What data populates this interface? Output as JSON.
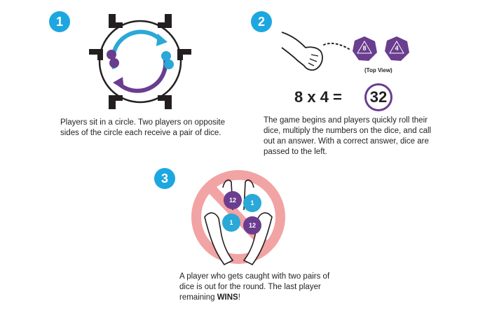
{
  "steps": [
    {
      "number": "1",
      "text": "Players sit in a circle. Two players on opposite sides of the circle each receive a pair of dice."
    },
    {
      "number": "2",
      "text": "The game begins and players quickly roll their dice, multiply the numbers on the dice, and call out an answer. With a correct answer, dice are passed to the left."
    },
    {
      "number": "3",
      "text_before": "A player who gets caught with two pairs of dice is out for the round. The last player remaining ",
      "text_bold": "WINS",
      "text_after": "!"
    }
  ],
  "equation": {
    "left": "8 x 4 =",
    "answer": "32"
  },
  "dice_top_view": {
    "label": "(Top View)",
    "die1": "8",
    "die2": "4"
  },
  "hand_dice": [
    "12",
    "1",
    "1",
    "12"
  ],
  "colors": {
    "badge": "#1da7e0",
    "purple": "#6a3d8f",
    "blue": "#2aa8d8",
    "no_sign": "#f2a3a3"
  }
}
